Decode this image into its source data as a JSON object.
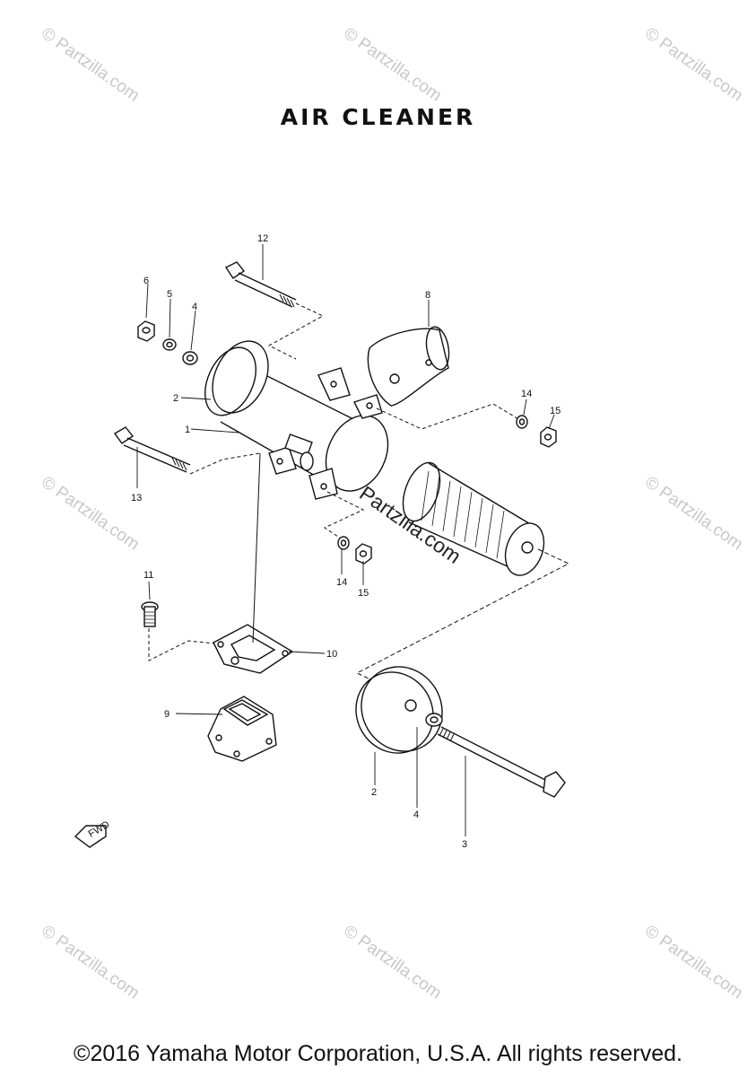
{
  "title": "AIR CLEANER",
  "footer": "©2016 Yamaha Motor Corporation, U.S.A. All rights reserved.",
  "watermark": "© Partzilla.com",
  "fwd_label": "FWD",
  "callouts": [
    "1",
    "2",
    "3",
    "4",
    "5",
    "6",
    "8",
    "9",
    "10",
    "11",
    "12",
    "13",
    "14",
    "15"
  ]
}
